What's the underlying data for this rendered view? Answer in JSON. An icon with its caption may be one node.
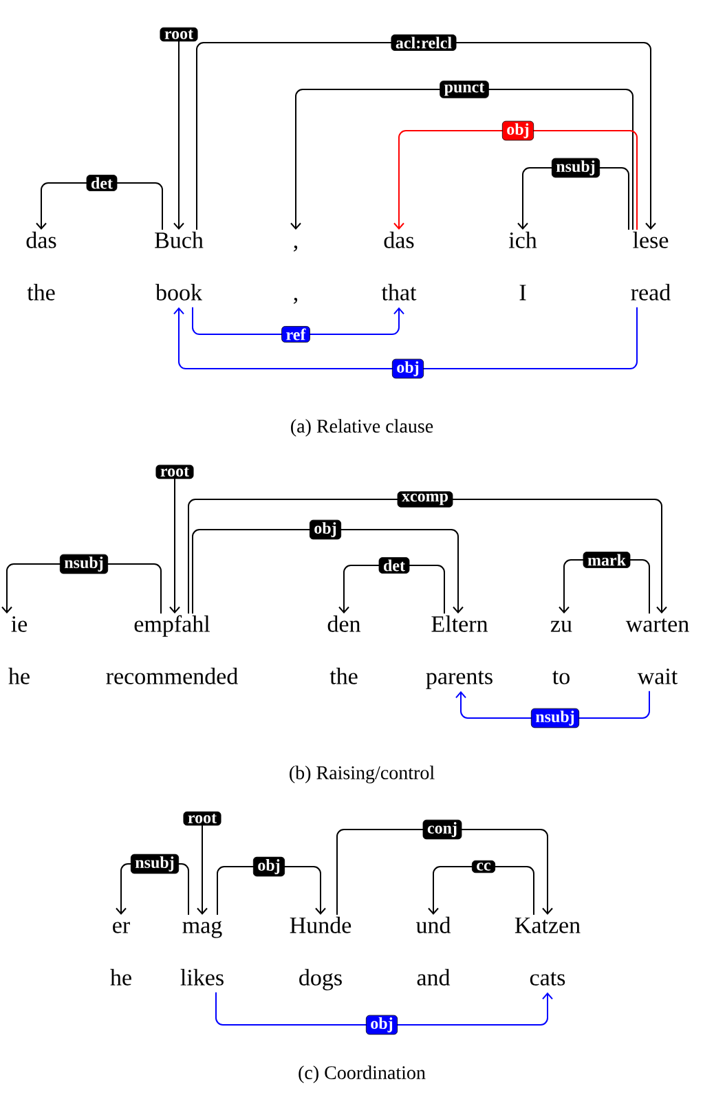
{
  "diagram": {
    "nodes": [
      {
        "text": [
          "das",
          "the"
        ]
      },
      {
        "text": [
          "Buch",
          "book"
        ]
      },
      {
        "text": [
          ",",
          ","
        ]
      },
      {
        "text": [
          "das",
          "that"
        ]
      },
      {
        "text": [
          "ich",
          "I"
        ]
      },
      {
        "text": [
          "lese",
          "read"
        ]
      },
      {
        "text": [
          "ie",
          "he"
        ]
      },
      {
        "text": [
          "empfahl",
          "recommended"
        ]
      },
      {
        "text": [
          "den",
          "the"
        ]
      },
      {
        "text": [
          "Eltern",
          "parents"
        ]
      },
      {
        "text": [
          "zu",
          "to"
        ]
      },
      {
        "text": [
          "warten",
          "wait"
        ]
      },
      {
        "text": [
          "er",
          "he"
        ]
      },
      {
        "text": [
          "mag",
          "likes"
        ]
      },
      {
        "text": [
          "Hunde",
          "dogs"
        ]
      },
      {
        "text": [
          "und",
          "and"
        ]
      },
      {
        "text": [
          "Katzen",
          "cats"
        ]
      }
    ],
    "edges": [
      {
        "from": null,
        "to": 1,
        "arrow": "to",
        "label": "root"
      },
      {
        "from": 1,
        "to": 0,
        "arrow": "to",
        "label": "det"
      },
      {
        "from": 1,
        "to": 5,
        "arrow": "to",
        "label": "acl:relcl"
      },
      {
        "from": 5,
        "to": 2,
        "arrow": "to",
        "label": "punct"
      },
      {
        "from": 5,
        "to": 3,
        "arrow": "to",
        "label": "obj",
        "color": "#ff0000"
      },
      {
        "from": 5,
        "to": 4,
        "arrow": "to",
        "label": "nsubj"
      },
      {
        "from": 1,
        "to": 3,
        "arrow": "to",
        "label": "ref",
        "color": "#0000ff"
      },
      {
        "from": 5,
        "to": 1,
        "arrow": "to",
        "label": "obj",
        "color": "#0000ff"
      },
      {
        "from": null,
        "to": 7,
        "arrow": "to",
        "label": "root"
      },
      {
        "from": 7,
        "to": 6,
        "arrow": "to",
        "label": "nsubj"
      },
      {
        "from": 7,
        "to": 11,
        "arrow": "to",
        "label": "xcomp"
      },
      {
        "from": 7,
        "to": 9,
        "arrow": "to",
        "label": "obj"
      },
      {
        "from": 9,
        "to": 8,
        "arrow": "to",
        "label": "det"
      },
      {
        "from": 11,
        "to": 10,
        "arrow": "to",
        "label": "mark"
      },
      {
        "from": 11,
        "to": 9,
        "arrow": "to",
        "label": "nsubj",
        "color": "#0000ff"
      },
      {
        "from": null,
        "to": 13,
        "arrow": "to",
        "label": "root"
      },
      {
        "from": 13,
        "to": 12,
        "arrow": "to",
        "label": "nsubj"
      },
      {
        "from": 13,
        "to": 14,
        "arrow": "to",
        "label": "obj"
      },
      {
        "from": 14,
        "to": 16,
        "arrow": "to",
        "label": "conj"
      },
      {
        "from": 16,
        "to": 15,
        "arrow": "to",
        "label": "cc"
      },
      {
        "from": 13,
        "to": 16,
        "arrow": "to",
        "label": "obj",
        "color": "#0000ff"
      }
    ],
    "labels": [
      "(a) Relative clause",
      "(b) Raising/control",
      "(c) Coordination"
    ]
  }
}
